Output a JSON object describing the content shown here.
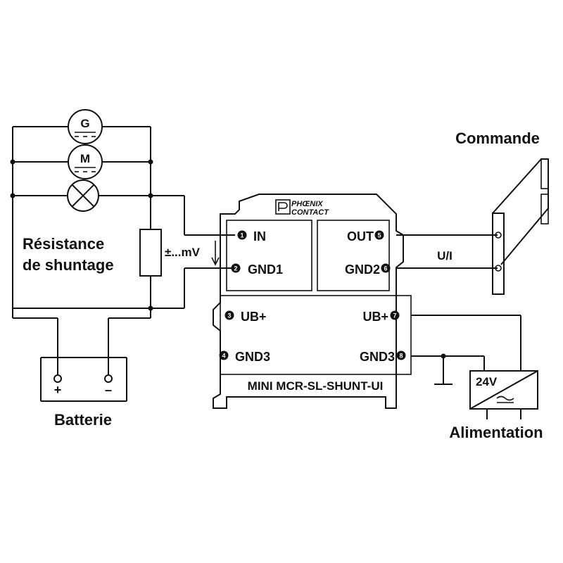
{
  "labels": {
    "commande": "Commande",
    "resistance_line1": "Résistance",
    "resistance_line2": "de shuntage",
    "batterie": "Batterie",
    "alimentation": "Alimentation",
    "millivolt": "±...mV",
    "ui_signal": "U/I",
    "supply_voltage": "24V",
    "module_name": "MINI MCR-SL-SHUNT-UI",
    "brand_line1": "PHŒNIX",
    "brand_line2": "CONTACT"
  },
  "components": {
    "generator": "G",
    "motor": "M",
    "battery_plus": "+",
    "battery_minus": "–"
  },
  "terminals": [
    {
      "num": "1",
      "label": "IN"
    },
    {
      "num": "2",
      "label": "GND1"
    },
    {
      "num": "3",
      "label": "UB+"
    },
    {
      "num": "4",
      "label": "GND3"
    },
    {
      "num": "5",
      "label": "OUT"
    },
    {
      "num": "6",
      "label": "GND2"
    },
    {
      "num": "7",
      "label": "UB+"
    },
    {
      "num": "8",
      "label": "GND3"
    }
  ],
  "colors": {
    "line": "#111111",
    "background": "#ffffff"
  }
}
